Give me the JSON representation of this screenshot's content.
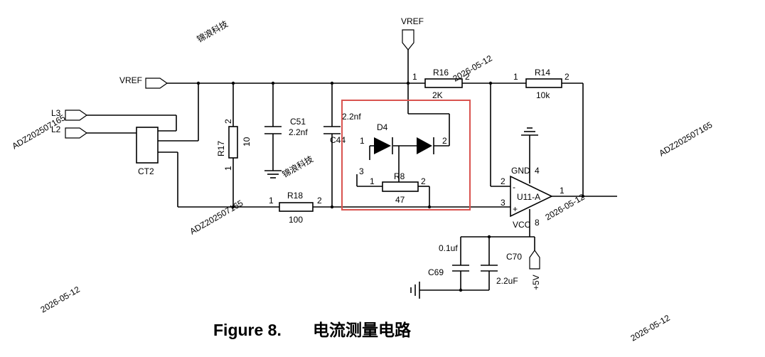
{
  "diagram": {
    "ports": {
      "vref_top": "VREF",
      "vref_left": "VREF",
      "l3": "L3",
      "l2": "L2",
      "plus5v": "+5V"
    },
    "components": {
      "r16": {
        "ref": "R16",
        "value": "2K",
        "pin1": "1",
        "pin2": "2"
      },
      "r14": {
        "ref": "R14",
        "value": "10k",
        "pin1": "1",
        "pin2": "2"
      },
      "r17": {
        "ref": "R17",
        "value": "10",
        "pin1": "1",
        "pin2": "2"
      },
      "c51": {
        "ref": "C51",
        "value": "2.2nf"
      },
      "c44": {
        "ref": "C44",
        "value": "2.2nf"
      },
      "d4": {
        "ref": "D4",
        "pin1": "1",
        "pin2": "2"
      },
      "r8": {
        "ref": "R8",
        "value": "47",
        "pin1": "1",
        "pin2": "2",
        "pin3": "3"
      },
      "r18": {
        "ref": "R18",
        "value": "100",
        "pin1": "1",
        "pin2": "2"
      },
      "ct2": {
        "ref": "CT2"
      },
      "u11": {
        "ref": "U11-A",
        "gnd": "GND",
        "gnd_pin": "4",
        "vcc": "VCC",
        "vcc_pin": "8",
        "in_minus": "-",
        "in_plus": "+",
        "pin_minus": "2",
        "pin_plus": "3",
        "pin_out": "1"
      },
      "c69": {
        "ref": "C69",
        "value": "0.1uf"
      },
      "c70": {
        "ref": "C70",
        "value": "2.2uF"
      }
    },
    "highlight_color": "#d9534f",
    "watermark": [
      "ADZ202507165",
      "2026-05-12",
      "锦浪科技"
    ]
  },
  "caption": {
    "number": "Figure 8.",
    "title": "电流测量电路"
  }
}
